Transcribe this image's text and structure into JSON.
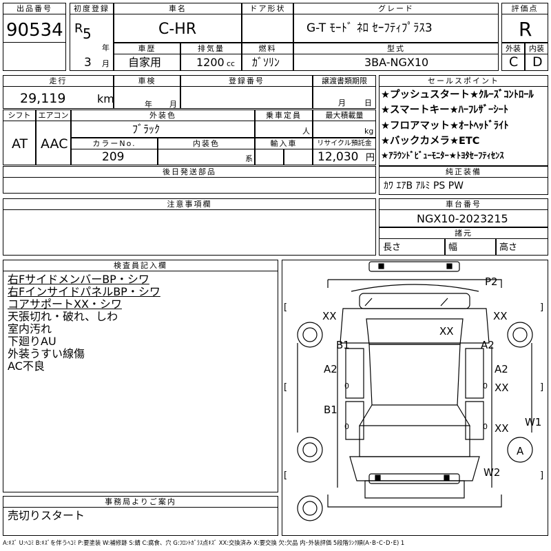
{
  "header": {
    "lot_label": "出品番号",
    "lot_number": "90534",
    "first_reg_label": "初度登録",
    "era": "R",
    "year": "5",
    "year_unit": "年",
    "month": "3",
    "month_unit": "月",
    "car_name_label": "車名",
    "car_name": "C-HR",
    "door_label": "ドア形状",
    "grade_label": "グレード",
    "grade": "G-T ﾓｰﾄﾞ ﾈﾛ ｾｰﾌﾃｨﾌﾟﾗｽ3",
    "score_label": "評価点",
    "score": "R",
    "history_label": "車歴",
    "history": "自家用",
    "displacement_label": "排気量",
    "displacement": "1200",
    "displacement_unit": "cc",
    "fuel_label": "燃料",
    "fuel": "ｶﾞｿﾘﾝ",
    "model_label": "型式",
    "model": "3BA-NGX10",
    "exterior_label": "外装",
    "exterior": "C",
    "interior_label": "内装",
    "interior": "D"
  },
  "mid": {
    "mileage_label": "走行",
    "mileage": "29,119",
    "mileage_unit": "km",
    "inspection_label": "車検",
    "inspection_year": "年",
    "inspection_month": "月",
    "reg_label": "登録番号",
    "transfer_label": "譲渡書類期限",
    "transfer_month": "月",
    "transfer_day": "日",
    "shift_label": "シフト",
    "shift": "AT",
    "ac_label": "エアコン",
    "ac": "AAC",
    "color_label": "外装色",
    "color": "ﾌﾞﾗｯｸ",
    "capacity_label": "乗車定員",
    "capacity_unit": "人",
    "load_label": "最大積載量",
    "load_unit": "kg",
    "color_no_label": "カラーNo.",
    "color_no": "209",
    "int_color_label": "内装色",
    "int_color_unit": "系",
    "import_label": "輸入車",
    "recycle_label": "リサイクル預託金",
    "recycle": "12,030",
    "recycle_unit": "円",
    "later_parts_label": "後日発送部品",
    "notes_label": "注意事項欄"
  },
  "sales": {
    "label": "セールスポイント",
    "items": [
      "★プッシュスタート★ｸﾙｰｽﾞｺﾝﾄﾛｰﾙ",
      "★スマートキー★ﾊｰﾌﾚｻﾞｰｼｰﾄ",
      "★フロアマット★ｵｰﾄﾍｯﾄﾞﾗｲﾄ",
      "★バックカメラ★ETC",
      "★ｱﾗｳﾝﾄﾞﾋﾞｭｰﾓﾆﾀｰ★ﾄﾖﾀｾｰﾌﾃｨｾﾝｽ"
    ]
  },
  "equipment": {
    "label": "純正装備",
    "value": "ｶﾜ ｴｱB ｱﾙﾐ PS PW"
  },
  "chassis": {
    "label": "車台番号",
    "value": "NGX10-2023215"
  },
  "dims": {
    "label": "諸元",
    "length": "長さ",
    "width": "幅",
    "height": "高さ"
  },
  "inspector": {
    "label": "検査員記入欄",
    "lines": [
      "右FサイドメンバーBP・シワ",
      "右FインサイドパネルBP・シワ",
      "コアサポートXX・シワ",
      "天張切れ・破れ、しわ",
      "室内汚れ",
      "下廻りAU",
      "外装うすい線傷",
      "AC不良"
    ]
  },
  "office": {
    "label": "事務局よりご案内",
    "value": "売切りスタート"
  },
  "diagram": {
    "marks": [
      "P2",
      "XX",
      "XX",
      "XX",
      "B1",
      "A2",
      "A2",
      "A2",
      "XX",
      "B1",
      "XX",
      "W1",
      "A",
      "W2",
      "0",
      "0",
      "0",
      "0"
    ],
    "brackets": [
      "[",
      "]",
      "[",
      "]",
      "[",
      "]"
    ]
  },
  "legend": "A:ｷｽﾞ U:ﾍｺﾐ B:ｷｽﾞを伴うﾍｺﾐ P:要塗装 W:補修跡 S:錆 C:腐食、穴 G:ﾌﾛﾝﾄｶﾞﾗｽ点ｷｽﾞ XX:交換済み X:要交換 欠:欠品 内･外装評価 5段階ﾗﾝｸ順(A･B･C･D･E) 1"
}
